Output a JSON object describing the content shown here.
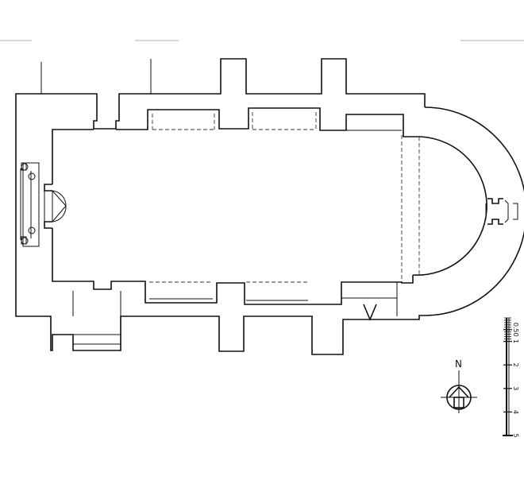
{
  "compass": {
    "north_label": "N",
    "icon": "north-arrow-icon"
  },
  "scale_bar": {
    "unit_labels": [
      "0.50",
      "1",
      "2",
      "3",
      "4",
      "5"
    ],
    "max_value": 5
  }
}
